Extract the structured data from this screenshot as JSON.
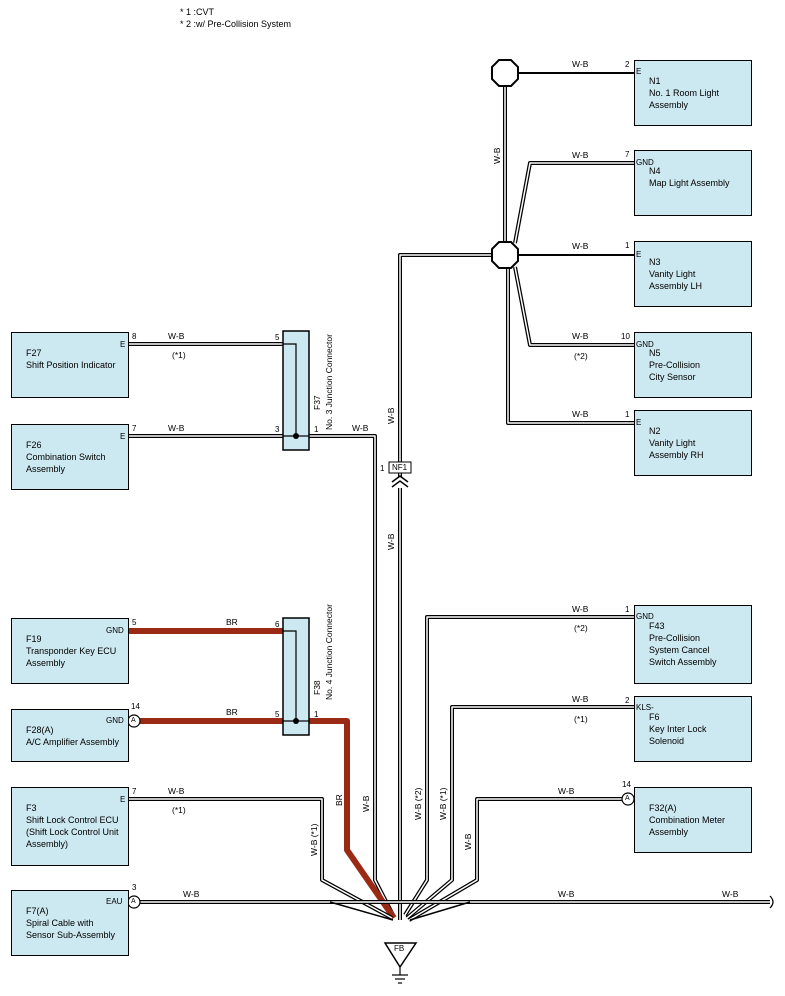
{
  "notes": [
    "* 1 :CVT",
    "* 2 :w/ Pre-Collision System"
  ],
  "components": {
    "n1": {
      "id": "N1",
      "lines": [
        "No. 1 Room Light",
        "Assembly"
      ],
      "pin": "2",
      "term": "E",
      "wire": "W-B"
    },
    "n4": {
      "id": "N4",
      "lines": [
        "Map Light Assembly"
      ],
      "pin": "7",
      "term": "GND",
      "wire": "W-B"
    },
    "n3": {
      "id": "N3",
      "lines": [
        "Vanity Light",
        "Assembly LH"
      ],
      "pin": "1",
      "term": "E",
      "wire": "W-B"
    },
    "n5": {
      "id": "N5",
      "lines": [
        "Pre-Collision",
        "City Sensor"
      ],
      "pin": "10",
      "term": "GND",
      "wire": "W-B",
      "note": "(*2)"
    },
    "n2": {
      "id": "N2",
      "lines": [
        "Vanity Light",
        "Assembly RH"
      ],
      "pin": "1",
      "term": "E",
      "wire": "W-B"
    },
    "f27": {
      "id": "F27",
      "lines": [
        "Shift Position Indicator"
      ],
      "pin": "8",
      "term": "E",
      "wire": "W-B",
      "note": "(*1)"
    },
    "f26": {
      "id": "F26",
      "lines": [
        "Combination Switch",
        "Assembly"
      ],
      "pin": "7",
      "term": "E",
      "wire": "W-B"
    },
    "f19": {
      "id": "F19",
      "lines": [
        "Transponder Key ECU",
        "Assembly"
      ],
      "pin": "5",
      "term": "GND",
      "wire": "BR"
    },
    "f28": {
      "id": "F28(A)",
      "lines": [
        "A/C Amplifier Assembly"
      ],
      "pin": "14",
      "term": "GND",
      "conn": "A",
      "wire": "BR"
    },
    "f3": {
      "id": "F3",
      "lines": [
        "Shift Lock Control ECU",
        "(Shift Lock Control Unit",
        "Assembly)"
      ],
      "pin": "7",
      "term": "E",
      "wire": "W-B",
      "note": "(*1)"
    },
    "f7": {
      "id": "F7(A)",
      "lines": [
        "Spiral Cable with",
        "Sensor Sub-Assembly"
      ],
      "pin": "3",
      "term": "EAU",
      "conn": "A",
      "wire": "W-B"
    },
    "f43": {
      "id": "F43",
      "lines": [
        "Pre-Collision",
        "System Cancel",
        "Switch Assembly"
      ],
      "pin": "1",
      "term": "GND",
      "wire": "W-B",
      "note": "(*2)"
    },
    "f6": {
      "id": "F6",
      "lines": [
        "Key Inter Lock",
        "Solenoid"
      ],
      "pin": "2",
      "term": "KLS-",
      "wire": "W-B",
      "note": "(*1)"
    },
    "f32": {
      "id": "F32(A)",
      "lines": [
        "Combination Meter",
        "Assembly"
      ],
      "pin": "14",
      "conn": "A",
      "wire": "W-B"
    }
  },
  "junctions": {
    "f37": {
      "id": "F37",
      "name": "No. 3 Junction Connector",
      "pins": [
        "5",
        "3",
        "1"
      ],
      "out_wire": "W-B"
    },
    "f38": {
      "id": "F38",
      "name": "No. 4 Junction Connector",
      "pins": [
        "6",
        "5",
        "1"
      ],
      "out_wire": "BR"
    }
  },
  "connector_nf1": {
    "label": "NF1",
    "pin": "1"
  },
  "ground": {
    "label": "FB"
  },
  "wire_labels": {
    "vertical_wb": "W-B",
    "f3_down": "W-B (*1)",
    "f43_down": "W-B (*2)",
    "f6_down": "W-B (*1)",
    "f7_right": "W-B",
    "right_end": "W-B"
  },
  "colors": {
    "box_fill": "#cce8f0",
    "br_wire": "#9b2a15",
    "wb_wire": "#000000"
  }
}
